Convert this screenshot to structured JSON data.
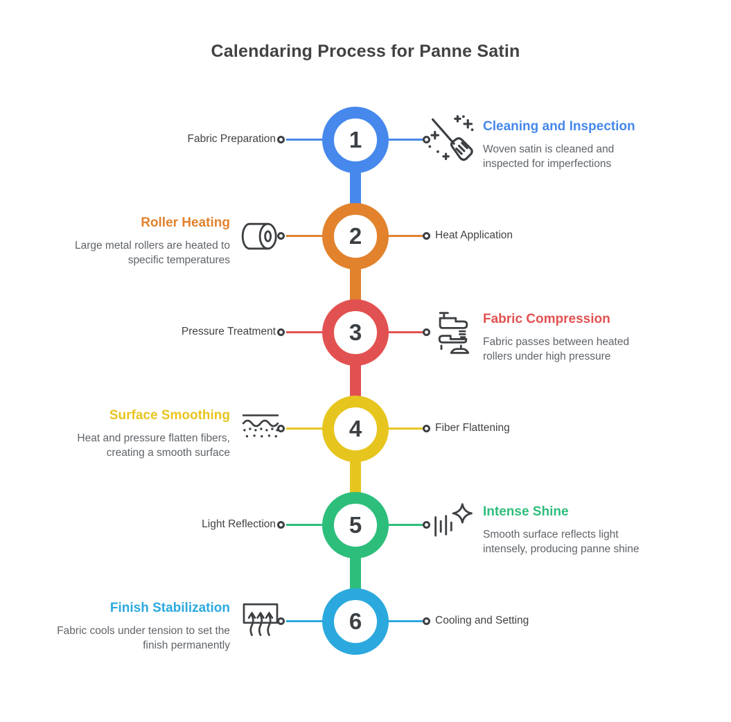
{
  "title": "Calendaring Process for Panne Satin",
  "colors": {
    "step1_blue": "#4688EC",
    "step2_orange": "#E2822D",
    "step3_red": "#E25151",
    "step4_yellow": "#E7C51F",
    "step5_green": "#2EBE7C",
    "step6_cyan": "#2BA9DE",
    "heading_dark": "#424242",
    "description_gray": "#5F6368",
    "icon_stroke": "#3C4043"
  },
  "steps": [
    {
      "number": "1",
      "color": "#4688EC",
      "label": "Fabric Preparation",
      "heading": "Cleaning and Inspection",
      "description": "Woven satin is cleaned and inspected for imperfections",
      "icon": "broom-sparkles-icon",
      "detail_side": "right"
    },
    {
      "number": "2",
      "color": "#E2822D",
      "label": "Heat Application",
      "heading": "Roller Heating",
      "description": "Large metal rollers are heated to specific temperatures",
      "icon": "heated-roller-icon",
      "detail_side": "left"
    },
    {
      "number": "3",
      "color": "#E25151",
      "label": "Pressure Treatment",
      "heading": "Fabric Compression",
      "description": "Fabric passes between heated rollers under high pressure",
      "icon": "press-compression-icon",
      "detail_side": "right"
    },
    {
      "number": "4",
      "color": "#E7C51F",
      "label": "Fiber Flattening",
      "heading": "Surface Smoothing",
      "description": "Heat and pressure flatten fibers, creating a smooth surface",
      "icon": "smooth-surface-icon",
      "detail_side": "left"
    },
    {
      "number": "5",
      "color": "#2EBE7C",
      "label": "Light Reflection",
      "heading": "Intense Shine",
      "description": "Smooth surface reflects light intensely, producing panne shine",
      "icon": "shine-bars-icon",
      "detail_side": "right"
    },
    {
      "number": "6",
      "color": "#2BA9DE",
      "label": "Cooling and Setting",
      "heading": "Finish Stabilization",
      "description": "Fabric cools under tension to set the finish permanently",
      "icon": "steam-arrows-icon",
      "detail_side": "left"
    }
  ]
}
